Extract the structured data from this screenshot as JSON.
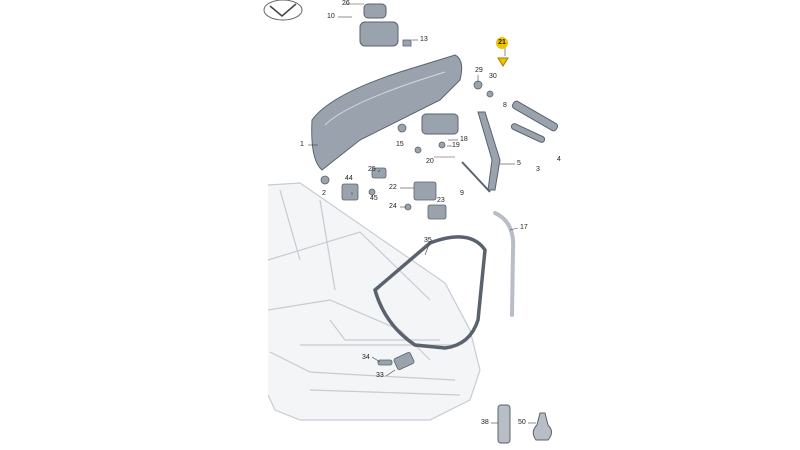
{
  "callouts": {
    "c1": "1",
    "c2": "2",
    "c3": "3",
    "c4": "4",
    "c5": "5",
    "c8": "8",
    "c9": "9",
    "c10": "10",
    "c13": "13",
    "c15": "15",
    "c17": "17",
    "c18": "18",
    "c19": "19",
    "c20": "20",
    "c21": "21",
    "c22": "22",
    "c23": "23",
    "c24": "24",
    "c25": "25",
    "c26": "26",
    "c29": "29",
    "c30": "30",
    "c33": "33",
    "c34": "34",
    "c35": "35",
    "c38": "38",
    "c44": "44",
    "c45": "45",
    "c50": "50"
  },
  "colors": {
    "part_fill": "#9aa3ad",
    "part_dark": "#5a636d",
    "car_line": "#c6ccd3",
    "car_fill": "#eef1f4",
    "highlight": "#f2c200"
  }
}
